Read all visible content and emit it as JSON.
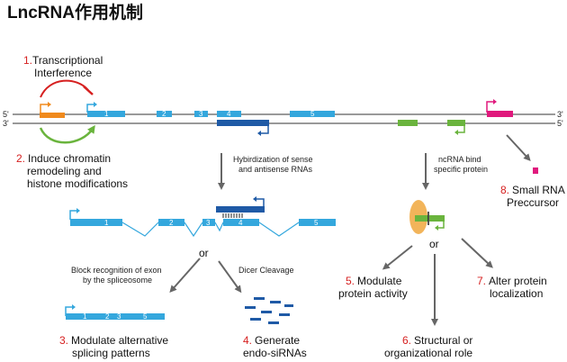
{
  "title": "LncRNA作用机制",
  "strand_labels": {
    "five": "5'",
    "three": "3'"
  },
  "exon_numbers": [
    "1",
    "2",
    "3",
    "4",
    "5"
  ],
  "mechanisms": [
    {
      "num": "1.",
      "lines": [
        "Transcriptional",
        "Interference"
      ]
    },
    {
      "num": "2.",
      "lines": [
        "Induce chromatin",
        "remodeling and",
        "histone modifications"
      ]
    },
    {
      "num": "3.",
      "lines": [
        "Modulate alternative",
        "splicing patterns"
      ]
    },
    {
      "num": "4.",
      "lines": [
        "Generate",
        "endo-siRNAs"
      ]
    },
    {
      "num": "5.",
      "lines": [
        "Modulate",
        "protein activity"
      ]
    },
    {
      "num": "6.",
      "lines": [
        "Structural or",
        "organizational role"
      ]
    },
    {
      "num": "7.",
      "lines": [
        "Alter protein",
        "localization"
      ]
    },
    {
      "num": "8.",
      "lines": [
        "Small RNA",
        "Preccursor"
      ]
    }
  ],
  "annotations": {
    "hybridization": [
      "Hybirdization of sense",
      "and antisense RNAs"
    ],
    "ncrna_bind": [
      "ncRNA bind",
      "specific protein"
    ],
    "or": "or",
    "block": [
      "Block recognition of exon",
      "by the spliceosome"
    ],
    "dicer": "Dicer Cleavage"
  },
  "colors": {
    "exon_light": "#34a7dd",
    "exon_dark": "#1f5aa6",
    "orange": "#f08a1d",
    "green": "#6ab43d",
    "magenta": "#e0197d",
    "red_arrow": "#d62020",
    "gray_arrow": "#666666",
    "protein": "#f2b45a"
  }
}
